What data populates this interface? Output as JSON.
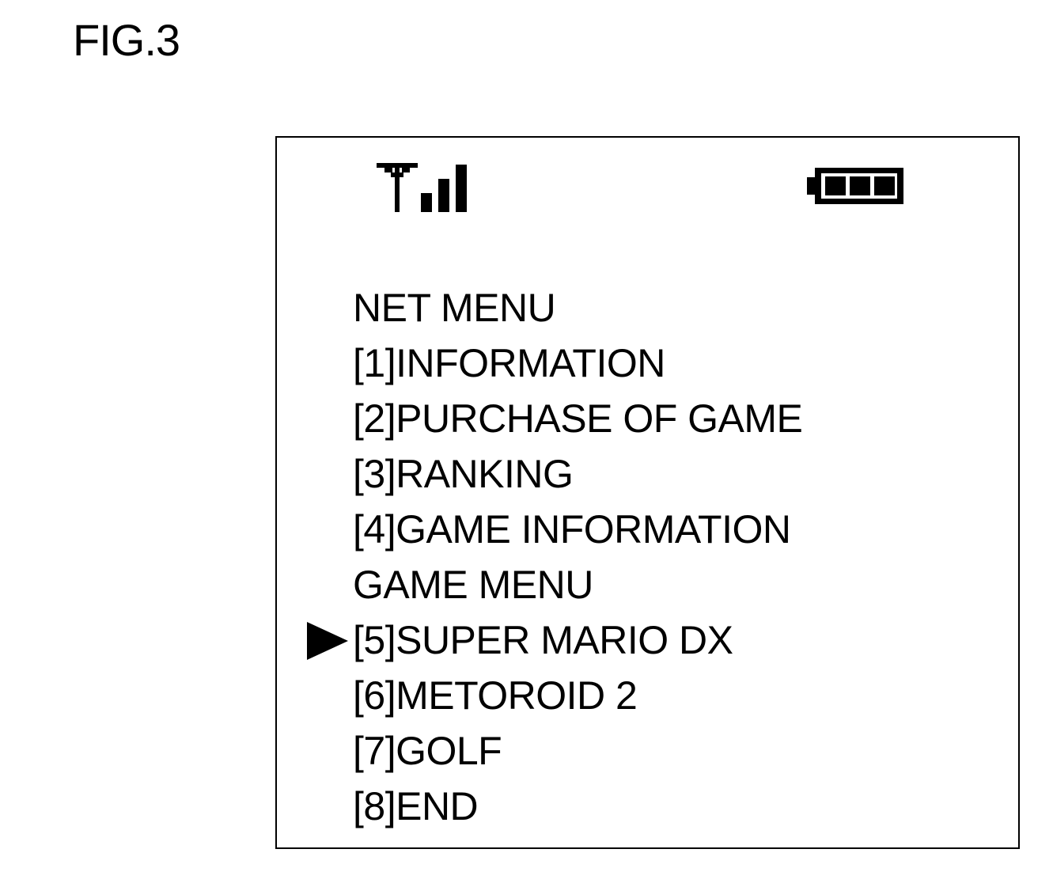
{
  "figure_label": "FIG.3",
  "status_bar": {
    "signal_icon": "antenna-signal-icon",
    "signal_bars": 3,
    "battery_icon": "battery-icon",
    "battery_level_segments": 3,
    "battery_capacity_segments": 3
  },
  "menu": {
    "lines": [
      {
        "type": "heading",
        "text": "NET MENU"
      },
      {
        "type": "item",
        "text": "[1]INFORMATION"
      },
      {
        "type": "item",
        "text": "[2]PURCHASE OF GAME"
      },
      {
        "type": "item",
        "text": "[3]RANKING"
      },
      {
        "type": "item",
        "text": "[4]GAME INFORMATION"
      },
      {
        "type": "heading",
        "text": "GAME MENU"
      },
      {
        "type": "item",
        "text": "[5]SUPER MARIO DX",
        "selected": true
      },
      {
        "type": "item",
        "text": "[6]METOROID 2"
      },
      {
        "type": "item",
        "text": "[7]GOLF"
      },
      {
        "type": "item",
        "text": "[8]END"
      }
    ],
    "cursor_icon": "selection-arrow-icon"
  }
}
